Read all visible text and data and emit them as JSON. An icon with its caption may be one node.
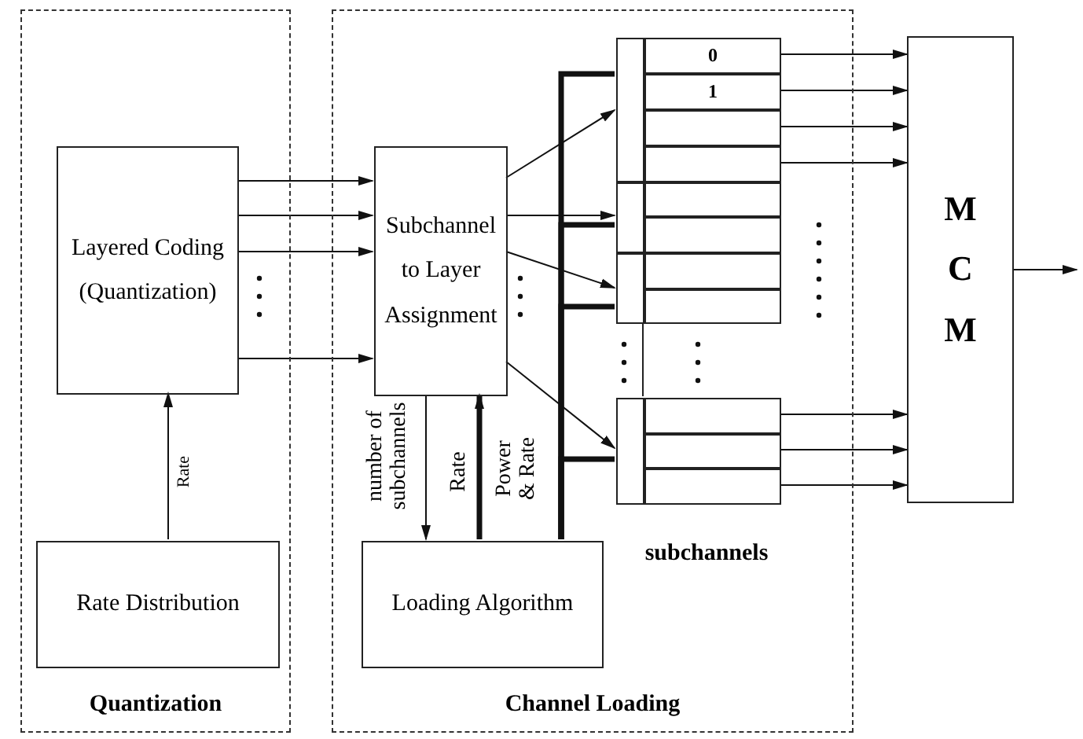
{
  "diagram": {
    "nodes": [
      {
        "text": [
          "Quantization"
        ]
      },
      {
        "text": [
          "Layered Coding (Quantization)"
        ],
        "in": 0
      },
      {
        "text": [
          "Rate Distribution"
        ],
        "in": 0
      },
      {
        "text": [
          "Channel Loading"
        ]
      },
      {
        "text": [
          "Subchannel to Layer Assignment"
        ],
        "in": 3
      },
      {
        "text": [
          "Loading Algorithm"
        ],
        "in": 3
      },
      {
        "text": [
          "subchannels"
        ],
        "in": 3
      },
      {
        "text": [],
        "shape": "box",
        "in": 6
      },
      {
        "text": [
          "0"
        ],
        "in": 6
      },
      {
        "text": [
          "1"
        ],
        "in": 6
      },
      {
        "text": [],
        "shape": "box",
        "in": 6
      },
      {
        "text": [],
        "shape": "box",
        "in": 6
      },
      {
        "text": [],
        "shape": "box",
        "in": 6
      },
      {
        "text": [],
        "shape": "box",
        "in": 6
      },
      {
        "text": [],
        "shape": "box",
        "in": 6
      },
      {
        "text": [],
        "shape": "box",
        "in": 6
      },
      {
        "text": [],
        "shape": "box",
        "in": 6
      },
      {
        "text": [],
        "shape": "box",
        "in": 6
      },
      {
        "text": [],
        "shape": "box",
        "in": 6
      },
      {
        "text": [],
        "shape": "box",
        "in": 6
      },
      {
        "text": [],
        "shape": "box",
        "in": 6
      },
      {
        "text": [],
        "shape": "box",
        "in": 6
      },
      {
        "text": [
          "M C M"
        ]
      }
    ],
    "edges": [
      {
        "from": 1,
        "to": 4,
        "arrow": "to"
      },
      {
        "from": 1,
        "to": 4,
        "arrow": "to"
      },
      {
        "from": 1,
        "to": 4,
        "arrow": "to"
      },
      {
        "from": 1,
        "to": 4,
        "arrow": "to"
      },
      {
        "from": 2,
        "to": 1,
        "arrow": "to",
        "label": "Rate"
      },
      {
        "from": 4,
        "to": 5,
        "arrow": "to",
        "label": "number of subchannels"
      },
      {
        "from": 5,
        "to": 4,
        "arrow": "to",
        "label": "Rate",
        "style": "thick"
      },
      {
        "from": 5,
        "to": 7,
        "arrow": "none",
        "label": "Power & Rate",
        "style": "thick"
      },
      {
        "from": 5,
        "to": 12,
        "arrow": "none",
        "style": "thick"
      },
      {
        "from": 5,
        "to": 13,
        "arrow": "none",
        "style": "thick"
      },
      {
        "from": 5,
        "to": 18,
        "arrow": "none",
        "style": "thick"
      },
      {
        "from": 4,
        "to": 7,
        "arrow": "to"
      },
      {
        "from": 4,
        "to": 12,
        "arrow": "to"
      },
      {
        "from": 4,
        "to": 13,
        "arrow": "to"
      },
      {
        "from": 4,
        "to": 18,
        "arrow": "to"
      },
      {
        "from": 8,
        "to": 22,
        "arrow": "to"
      },
      {
        "from": 9,
        "to": 22,
        "arrow": "to"
      },
      {
        "from": 10,
        "to": 22,
        "arrow": "to"
      },
      {
        "from": 11,
        "to": 22,
        "arrow": "to"
      },
      {
        "from": 19,
        "to": 22,
        "arrow": "to"
      },
      {
        "from": 20,
        "to": 22,
        "arrow": "to"
      },
      {
        "from": 21,
        "to": 22,
        "arrow": "to"
      },
      {
        "from": 22,
        "to": null,
        "arrow": "to"
      }
    ]
  }
}
